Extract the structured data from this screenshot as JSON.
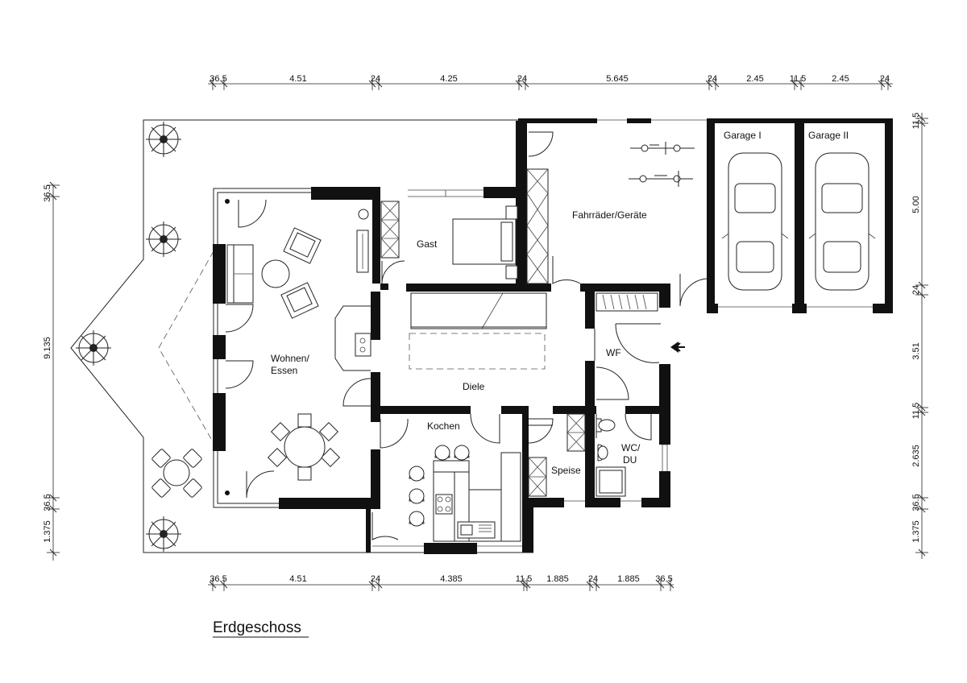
{
  "title": "Erdgeschoss",
  "rooms": {
    "wohnen": "Wohnen/",
    "wohnen2": "Essen",
    "gast": "Gast",
    "fahrraeder": "Fahrräder/Geräte",
    "garage1": "Garage I",
    "garage2": "Garage II",
    "wf": "WF",
    "diele": "Diele",
    "kochen": "Kochen",
    "speise": "Speise",
    "wc": "WC/",
    "wc2": "DU"
  },
  "dimensions": {
    "top": [
      "36.5",
      "4.51",
      "24",
      "4.25",
      "24",
      "5.645",
      "24",
      "2.45",
      "11.5",
      "2.45",
      "24"
    ],
    "bottom": [
      "36.5",
      "4.51",
      "24",
      "4.385",
      "11.5",
      "1.885",
      "24",
      "1.885",
      "36.5"
    ],
    "left": [
      "36.5",
      "9.135",
      "36.5",
      "1.375"
    ],
    "right": [
      "11.5",
      "5.00",
      "24",
      "3.51",
      "11.5",
      "2.635",
      "36.5",
      "1.375"
    ]
  }
}
